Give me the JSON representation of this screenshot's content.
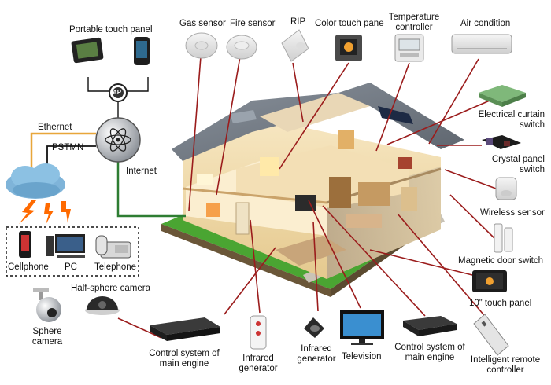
{
  "labels": {
    "portable_touch_panel": "Portable touch panel",
    "gas_sensor": "Gas sensor",
    "fire_sensor": "Fire sensor",
    "rip": "RIP",
    "color_touch_pane": "Color touch pane",
    "temperature_controller": [
      "Temperature",
      "controller"
    ],
    "air_condition": "Air condition",
    "electrical_curtain_switch": [
      "Electrical curtain",
      "switch"
    ],
    "crystal_panel_switch": [
      "Crystal panel",
      "switch"
    ],
    "wireless_sensor": "Wireless sensor",
    "magnetic_door_switch": "Magnetic door switch",
    "touch_panel_10": "10” touch panel",
    "intelligent_remote_controller": [
      "Intelligent remote",
      "controller"
    ],
    "control_system_right": [
      "Control system of",
      "main engine"
    ],
    "television": "Television",
    "infrared_generator_a": [
      "Infrared",
      "generator"
    ],
    "infrared_generator_b": [
      "Infrared",
      "generator"
    ],
    "control_system_left": [
      "Control system of",
      "main engine"
    ],
    "sphere_camera": [
      "Sphere",
      "camera"
    ],
    "half_sphere_camera": "Half-sphere camera",
    "ethernet": "Ethernet",
    "pstmn": "PSTMN",
    "internet": "Internet",
    "ap": "AP",
    "cellphone": "Cellphone",
    "pc": "PC",
    "telephone": "Telephone"
  },
  "colors": {
    "wire_red": "#9b1c1c",
    "ethernet_orange": "#e8a63a",
    "internet_green": "#2e7d32",
    "lawn_green": "#3f9b2c",
    "roof_gray": "#6b7480",
    "cloud_blue": "#7fb4d9",
    "lightning_orange": "#ff6a00"
  }
}
